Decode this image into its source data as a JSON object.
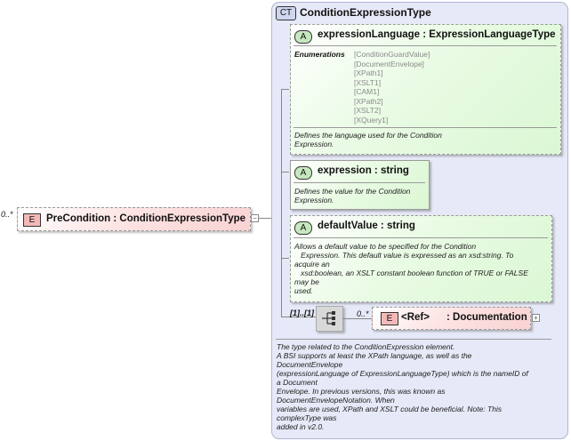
{
  "root_element": {
    "badge": "E",
    "occurrence": "0..*",
    "label": "PreCondition : ConditionExpressionType"
  },
  "complex_type": {
    "badge": "CT",
    "title": "ConditionExpressionType",
    "attributes": [
      {
        "badge": "A",
        "title": "expressionLanguage : ExpressionLanguageType",
        "enumerations_label": "Enumerations",
        "enumerations": [
          "[ConditionGuardValue]",
          "[DocumentEnvelope]",
          "[XPath1]",
          "[XSLT1]",
          "[CAM1]",
          "[XPath2]",
          "[XSLT2]",
          "[XQuery1]"
        ],
        "doc_lines": [
          "Defines the language used for the Condition",
          "Expression."
        ]
      },
      {
        "badge": "A",
        "title": "expression : string",
        "doc_lines": [
          "Defines the value for the Condition",
          "Expression."
        ]
      },
      {
        "badge": "A",
        "title": "defaultValue : string",
        "doc_lines": [
          "Allows a default value to be specified for the Condition",
          "   Expression. This default value is expressed as an xsd:string. To",
          "acquire an",
          "   xsd:boolean, an XSLT constant boolean function of TRUE or FALSE",
          "may be",
          "used."
        ]
      }
    ],
    "sequence": {
      "occurrence": "[1]..[1]",
      "child": {
        "badge": "E",
        "occurrence": "0..*",
        "ref": "<Ref>",
        "label": ": Documentation"
      }
    },
    "doc_lines": [
      "The type related to the ConditionExpression element.",
      "A BSI supports at least the XPath language, as well as the",
      "DocumentEnvelope",
      "(expressionLanguage of ExpressionLanguageType) which is the nameID of",
      "a Document",
      "Envelope. In previous versions, this was known as",
      "DocumentEnvelopeNotation. When",
      "variables are used, XPath and XSLT could be beneficial. Note: This",
      "complexType was",
      "added in v2.0."
    ]
  }
}
